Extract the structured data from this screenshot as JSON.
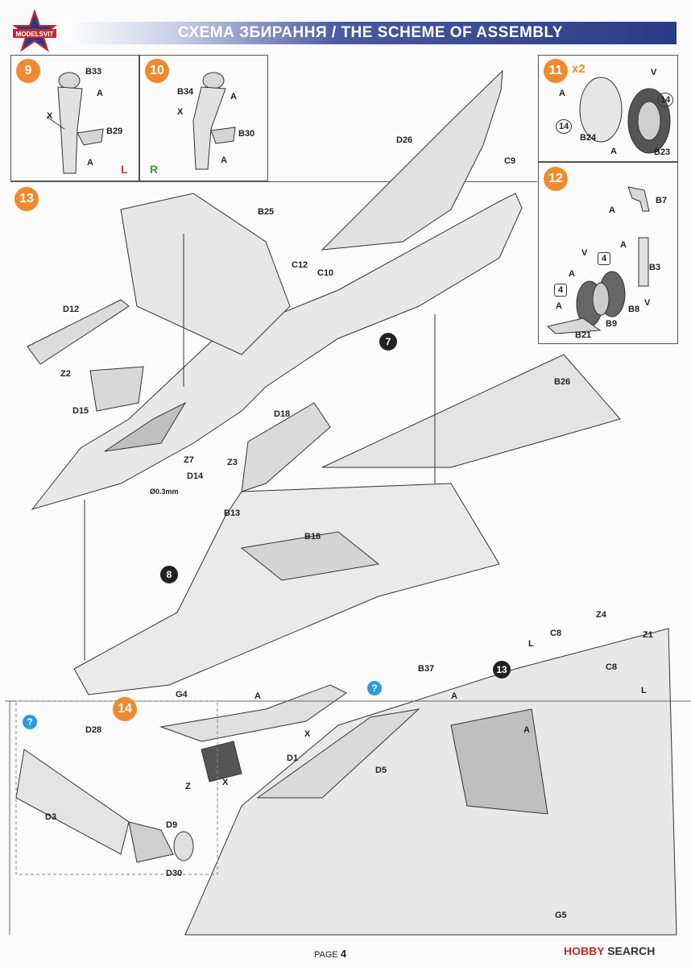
{
  "header": {
    "logo_text": "MODELSVIT",
    "title": "СХЕМА ЗБИРАННЯ / THE SCHEME OF ASSEMBLY"
  },
  "steps": {
    "s9": {
      "num": "9",
      "parts": [
        "B33",
        "B29"
      ],
      "glue": [
        "A",
        "A",
        "X"
      ],
      "side": "L"
    },
    "s10": {
      "num": "10",
      "parts": [
        "B34",
        "B30"
      ],
      "glue": [
        "A",
        "A",
        "X"
      ],
      "side": "R"
    },
    "s11": {
      "num": "11",
      "multiplier": "x2",
      "parts": [
        "B24",
        "B23"
      ],
      "callouts": [
        "14",
        "14"
      ],
      "glue": [
        "A",
        "A",
        "V"
      ]
    },
    "s12": {
      "num": "12",
      "parts": [
        "B7",
        "B3",
        "B8",
        "B9",
        "B21"
      ],
      "callouts": [
        "4",
        "4"
      ],
      "glue": [
        "A",
        "A",
        "A",
        "A",
        "V",
        "V"
      ]
    },
    "s13": {
      "num": "13",
      "parts": [
        "B25",
        "D26",
        "C9",
        "C12",
        "C10",
        "D12",
        "Z2",
        "D15",
        "D18",
        "B26",
        "Z7",
        "Z3",
        "D14",
        "B13",
        "B18"
      ],
      "drill": "Ø0.3mm",
      "subrefs": [
        "7",
        "8"
      ]
    },
    "s14": {
      "num": "14",
      "parts": [
        "G4",
        "D1",
        "B37",
        "D5",
        "C8",
        "Z4",
        "Z1",
        "C8",
        "G5",
        "D28",
        "D3",
        "D9",
        "D30"
      ],
      "glue": [
        "A",
        "X",
        "Z",
        "X",
        "A",
        "A",
        "L",
        "L"
      ],
      "subref": "13",
      "help": "?"
    }
  },
  "footer": {
    "page_label": "PAGE",
    "page_num": "4",
    "watermark_a": "HOBBY",
    "watermark_b": "SEARCH"
  }
}
